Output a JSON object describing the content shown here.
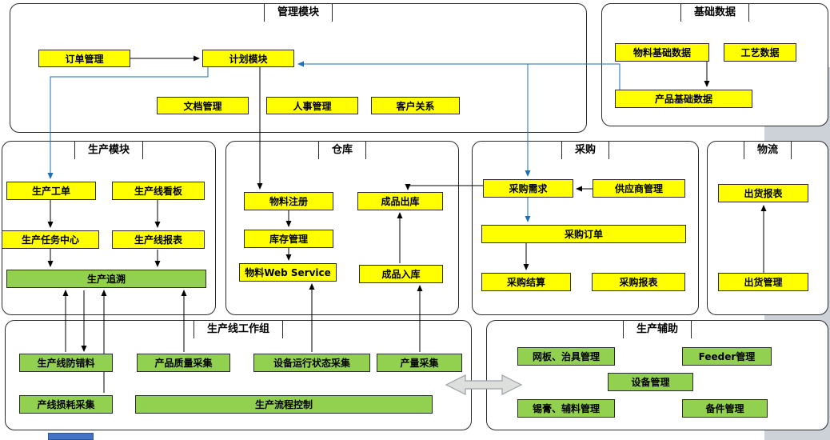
{
  "diagram": {
    "sections": {
      "management": {
        "title": "管理模块",
        "nodes": {
          "order": "订单管理",
          "plan": "计划模块",
          "document": "文档管理",
          "hr": "人事管理",
          "customer": "客户关系"
        }
      },
      "basic_data": {
        "title": "基础数据",
        "nodes": {
          "material": "物料基础数据",
          "process": "工艺数据",
          "product": "产品基础数据"
        }
      },
      "production": {
        "title": "生产模块",
        "nodes": {
          "work_order": "生产工单",
          "kanban": "生产线看板",
          "task_center": "生产任务中心",
          "line_report": "生产线报表",
          "trace": "生产追溯"
        }
      },
      "warehouse": {
        "title": "仓库",
        "nodes": {
          "material_reg": "物料注册",
          "finished_out": "成品出库",
          "inventory": "库存管理",
          "material_ws": "物料Web Service",
          "finished_in": "成品入库"
        }
      },
      "purchase": {
        "title": "采购",
        "nodes": {
          "demand": "采购需求",
          "supplier": "供应商管理",
          "order": "采购订单",
          "settle": "采购结算",
          "report": "采购报表"
        }
      },
      "logistics": {
        "title": "物流",
        "nodes": {
          "ship_report": "出货报表",
          "ship_mgmt": "出货管理"
        }
      },
      "workgroup": {
        "title": "生产线工作组",
        "nodes": {
          "error_proof": "生产线防错料",
          "quality": "产品质量采集",
          "equip_status": "设备运行状态采集",
          "output": "产量采集",
          "loss": "产线损耗采集",
          "process_ctrl": "生产流程控制"
        }
      },
      "auxiliary": {
        "title": "生产辅助",
        "nodes": {
          "stencil": "网板、治具管理",
          "feeder": "Feeder管理",
          "equipment": "设备管理",
          "solder": "锡膏、辅料管理",
          "spare": "备件管理"
        }
      }
    },
    "colors": {
      "node_yellow": "#ffff00",
      "node_green": "#92d050",
      "connector_blue": "#1f6fb5",
      "connector_black": "#000000",
      "side_band_gray": "#ccd2d8"
    }
  }
}
